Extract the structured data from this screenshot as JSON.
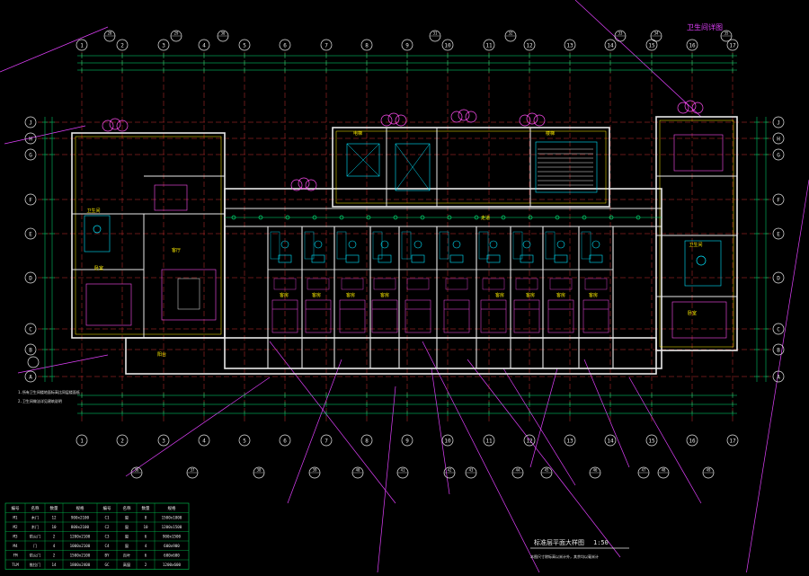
{
  "colors": {
    "background": "#000000",
    "wall": "#e8e8e8",
    "grid": "#ff3b3b",
    "dimension": "#00e676",
    "fixture": "#00e5ff",
    "furniture": "#ff4df0",
    "leader": "#e040fb",
    "accent": "#ffee00",
    "table": "#00c853"
  },
  "column_grid": {
    "top": [
      "1",
      "2",
      "3",
      "4",
      "5",
      "6",
      "7",
      "8",
      "9",
      "10",
      "11",
      "12",
      "13",
      "14",
      "15",
      "16",
      "17"
    ],
    "bottom": [
      "1",
      "2",
      "3",
      "4",
      "5",
      "6",
      "7",
      "8",
      "9",
      "10",
      "11",
      "12",
      "13",
      "14",
      "15",
      "16",
      "17"
    ]
  },
  "row_grid": [
    "J",
    "H",
    "G",
    "F",
    "E",
    "D",
    "C",
    "B",
    "A"
  ],
  "callouts_top": [
    "28",
    "29",
    "30",
    "31",
    "32",
    "33",
    "34",
    "35"
  ],
  "callouts_bottom": [
    "36",
    "37",
    "38",
    "39",
    "40",
    "41",
    "42",
    "43",
    "44",
    "45",
    "46",
    "47",
    "48",
    "49"
  ],
  "drawing": {
    "title": "标准层平面大样图",
    "scale": "1:50",
    "note": "本图尺寸除标高以米计外，其余均以毫米计",
    "corner_mark": "卫生间详图",
    "left_notes": [
      "1.所有卫生间楼地面标高比同层楼面低",
      "2.卫生间做法详见建筑说明"
    ]
  },
  "room_labels": [
    "卧室",
    "客厅",
    "卫生间",
    "阳台",
    "电梯",
    "楼梯",
    "走道",
    "客房",
    "客房",
    "客房",
    "客房",
    "客房",
    "客房",
    "客房",
    "客房",
    "卧室",
    "卫生间"
  ],
  "legend_table": {
    "headers": [
      "编号",
      "名称",
      "数量",
      "规格",
      "编号",
      "名称",
      "数量",
      "规格"
    ],
    "rows": [
      [
        "M1",
        "木门",
        "12",
        "900x2100",
        "C1",
        "窗",
        "8",
        "1500x1800"
      ],
      [
        "M2",
        "木门",
        "10",
        "800x2100",
        "C2",
        "窗",
        "10",
        "1200x1500"
      ],
      [
        "M3",
        "防火门",
        "2",
        "1200x2100",
        "C3",
        "窗",
        "6",
        "900x1500"
      ],
      [
        "M4",
        "门",
        "4",
        "1000x2100",
        "C4",
        "窗",
        "4",
        "600x900"
      ],
      [
        "FM",
        "防火门",
        "2",
        "1500x2100",
        "BY",
        "百叶",
        "6",
        "600x600"
      ],
      [
        "TLM",
        "推拉门",
        "14",
        "1800x2400",
        "GC",
        "高窗",
        "2",
        "1200x600"
      ]
    ]
  }
}
